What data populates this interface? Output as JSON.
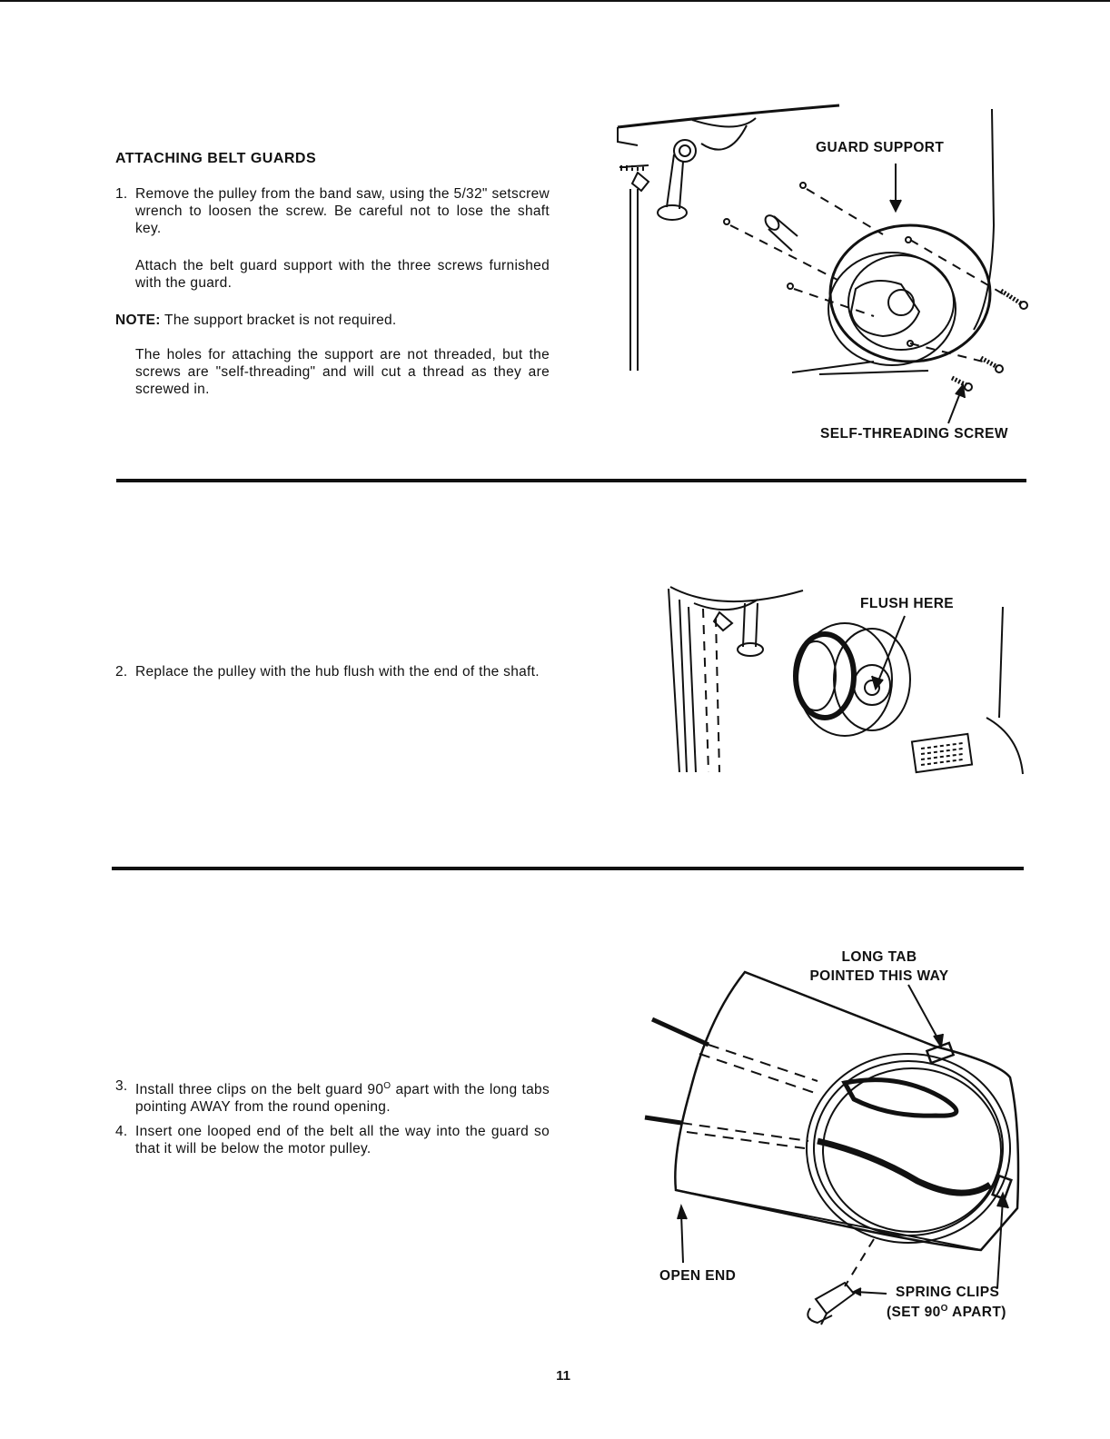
{
  "section": {
    "heading": "ATTACHING BELT GUARDS"
  },
  "step1": {
    "number": "1.",
    "text": "Remove the pulley from the band saw, using the 5/32\" setscrew wrench to loosen the screw. Be careful not to lose the shaft key.",
    "attach_text": "Attach the belt guard support with the three screws furnished with the guard.",
    "note_label": "NOTE:",
    "note_text": "The support bracket is not required.",
    "holes_text": "The holes for attaching the support are not threaded, but the screws are \"self-threading\" and will cut a thread as they are screwed in."
  },
  "step2": {
    "number": "2.",
    "text": "Replace the pulley with the hub flush with the end of the shaft."
  },
  "step3": {
    "number": "3.",
    "text_before": "Install three clips on the belt guard 90",
    "text_sup": "O",
    "text_after": " apart with the long tabs pointing AWAY from the round opening."
  },
  "step4": {
    "number": "4.",
    "text": "Insert one looped end of the belt all the way into the guard so that it will be below the motor pulley."
  },
  "figure1": {
    "guard_support_label": "GUARD SUPPORT",
    "self_threading_label": "SELF-THREADING SCREW"
  },
  "figure2": {
    "flush_label": "FLUSH HERE"
  },
  "figure3": {
    "long_tab_line1": "LONG TAB",
    "long_tab_line2": "POINTED THIS WAY",
    "open_end_label": "OPEN END",
    "spring_clips_line1": "SPRING CLIPS",
    "spring_clips_line2_before": "(SET 90",
    "spring_clips_line2_sup": "O",
    "spring_clips_line2_after": " APART)"
  },
  "footer": {
    "page_number": "11"
  }
}
